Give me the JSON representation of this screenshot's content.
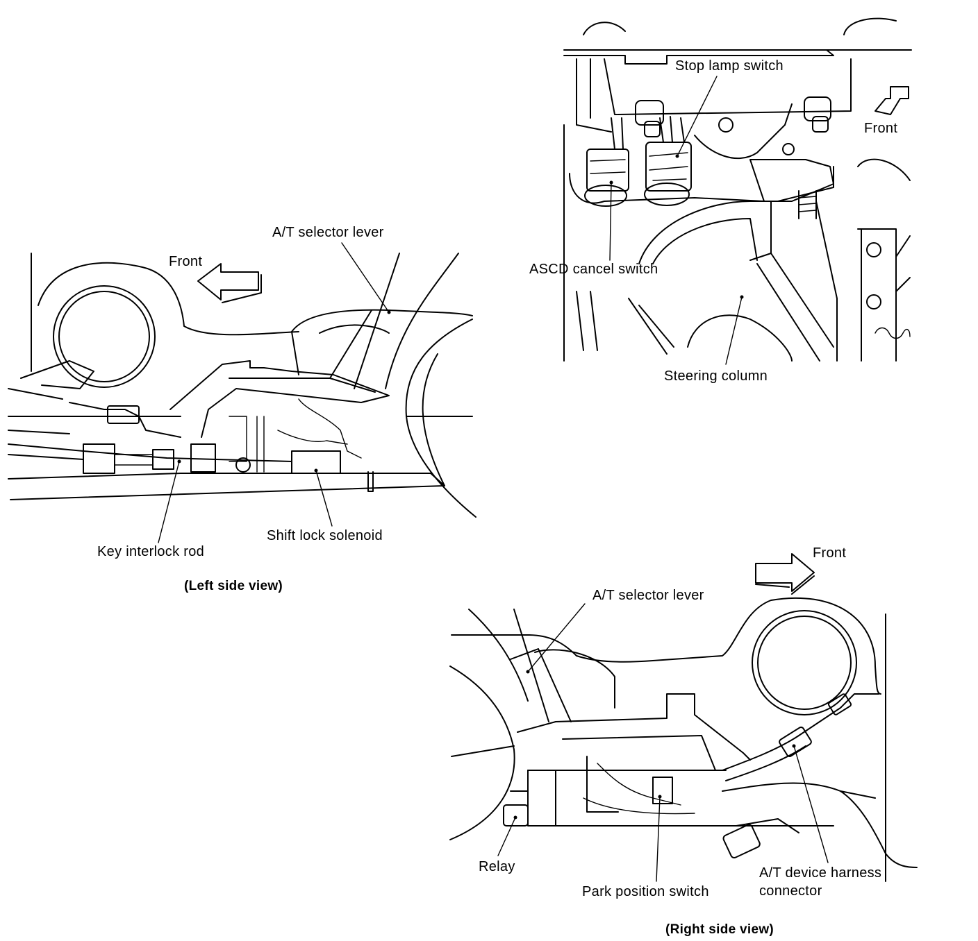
{
  "views": {
    "steering": {
      "labels": {
        "stop_lamp_switch": "Stop lamp switch",
        "front": "Front",
        "ascd_cancel_switch": "ASCD cancel switch",
        "steering_column": "Steering column"
      }
    },
    "left": {
      "labels": {
        "front": "Front",
        "at_selector_lever": "A/T selector lever",
        "key_interlock_rod": "Key interlock rod",
        "shift_lock_solenoid": "Shift lock solenoid"
      },
      "caption": "(Left side view)"
    },
    "right": {
      "labels": {
        "front": "Front",
        "at_selector_lever": "A/T selector lever",
        "relay": "Relay",
        "park_position_switch": "Park position switch",
        "harness_connector_line1": "A/T device harness",
        "harness_connector_line2": "connector"
      },
      "caption": "(Right side view)"
    }
  },
  "colors": {
    "ink": "#000000",
    "paper": "#ffffff"
  }
}
